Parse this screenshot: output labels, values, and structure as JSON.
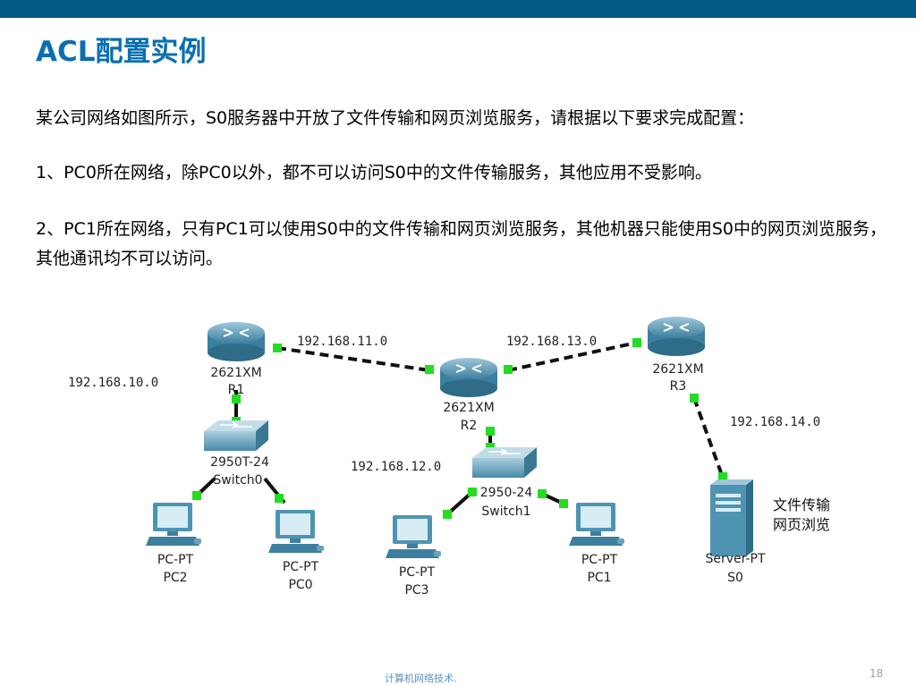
{
  "title": "ACL配置实例",
  "paragraphs": [
    "某公司网络如图所示，S0服务器中开放了文件传输和网页浏览服务，请根据以下要求完成配置：",
    "1、PC0所在网络，除PC0以外，都不可以访问S0中的文件传输服务，其他应用不受影响。",
    "2、PC1所在网络，只有PC1可以使用S0中的文件传输和网页浏览服务，其他机器只能使用S0中的网页浏览服务，其他通讯均不可以访问。"
  ],
  "diagram": {
    "networks": {
      "n10": "192.168.10.0",
      "n11": "192.168.11.0",
      "n12": "192.168.12.0",
      "n13": "192.168.13.0",
      "n14": "192.168.14.0"
    },
    "routers": {
      "r1": {
        "model": "2621XM",
        "name": "R1"
      },
      "r2": {
        "model": "2621XM",
        "name": "R2"
      },
      "r3": {
        "model": "2621XM",
        "name": "R3"
      }
    },
    "switches": {
      "sw0": {
        "model": "2950T-24",
        "name": "Switch0"
      },
      "sw1": {
        "model": "2950-24",
        "name": "Switch1"
      }
    },
    "pcs": {
      "pc2": {
        "model": "PC-PT",
        "name": "PC2"
      },
      "pc0": {
        "model": "PC-PT",
        "name": "PC0"
      },
      "pc3": {
        "model": "PC-PT",
        "name": "PC3"
      },
      "pc1": {
        "model": "PC-PT",
        "name": "PC1"
      }
    },
    "server": {
      "model": "Server-PT",
      "name": "S0"
    },
    "server_note": [
      "文件传输",
      "网页浏览"
    ],
    "colors": {
      "link": "#111111",
      "link_dot": "#22dd22",
      "device": "#4f93b3"
    }
  },
  "footer": {
    "text": "计算机网络技术.",
    "page": "18"
  }
}
